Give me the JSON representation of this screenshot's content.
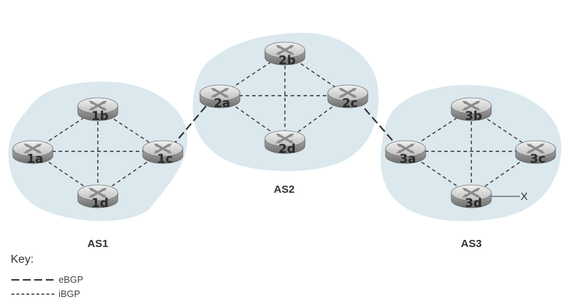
{
  "as_labels": {
    "as1": "AS1",
    "as2": "AS2",
    "as3": "AS3"
  },
  "routers": {
    "r1a": "1a",
    "r1b": "1b",
    "r1c": "1c",
    "r1d": "1d",
    "r2a": "2a",
    "r2b": "2b",
    "r2c": "2c",
    "r2d": "2d",
    "r3a": "3a",
    "r3b": "3b",
    "r3c": "3c",
    "r3d": "3d"
  },
  "destination_label": "X",
  "key": {
    "title": "Key:",
    "ebgp": "eBGP",
    "ibgp": "iBGP"
  },
  "colors": {
    "as_region": "#dbe8ee",
    "link": "#333333",
    "router_body": "#9a9a9a"
  }
}
